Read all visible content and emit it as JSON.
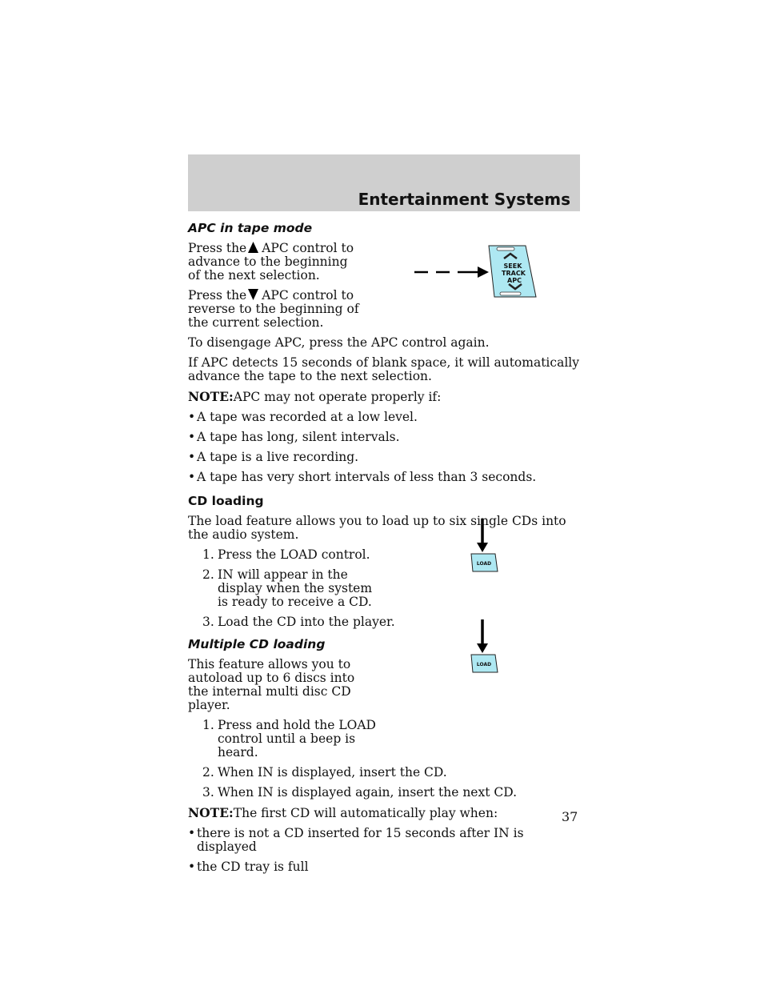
{
  "header": {
    "title": "Entertainment Systems"
  },
  "sections": {
    "apc": {
      "heading": "APC in tape mode",
      "p1_pre": "Press the",
      "p1_post": "APC control to advance to the beginning of the next selection.",
      "p2_pre": "Press the",
      "p2_post": "APC control to reverse to the beginning of the current selection.",
      "p3": "To disengage APC, press the APC control again.",
      "p4": "If APC detects 15 seconds of blank space, it will automatically advance the tape to the next selection.",
      "note_label": "NOTE:",
      "note_text": "APC may not operate properly if:",
      "bullets": [
        "A tape was recorded at a low level.",
        "A tape has long, silent intervals.",
        "A tape is a live recording.",
        "A tape has very short intervals of less than 3 seconds."
      ],
      "button_label": [
        "SEEK",
        "TRACK",
        "APC"
      ]
    },
    "cd_loading": {
      "heading": "CD loading",
      "p1": "The load feature allows you to load up to six single CDs into the audio system.",
      "steps": [
        {
          "num": "1.",
          "text": "Press the LOAD control."
        },
        {
          "num": "2.",
          "text": "IN will appear in the display when the system is ready to receive a CD."
        },
        {
          "num": "3.",
          "text": "Load the CD into the player."
        }
      ],
      "button_label": "LOAD"
    },
    "multi_cd": {
      "heading": "Multiple CD loading",
      "p1": "This feature allows you to autoload up to 6 discs into the internal multi disc CD player.",
      "steps": [
        {
          "num": "1.",
          "text": "Press and hold the LOAD control until a beep is heard."
        },
        {
          "num": "2.",
          "text": "When IN is displayed, insert the CD."
        },
        {
          "num": "3.",
          "text": "When IN is displayed again, insert the next CD."
        }
      ],
      "note_label": "NOTE:",
      "note_text": "The first CD will automatically play when:",
      "bullets": [
        "there is not a CD inserted for 15 seconds after IN is displayed",
        "the CD tray is full"
      ],
      "button_label": "LOAD"
    }
  },
  "page_number": "37",
  "colors": {
    "header_band": "#cfcfcf",
    "button_fill": "#aee8f2"
  }
}
